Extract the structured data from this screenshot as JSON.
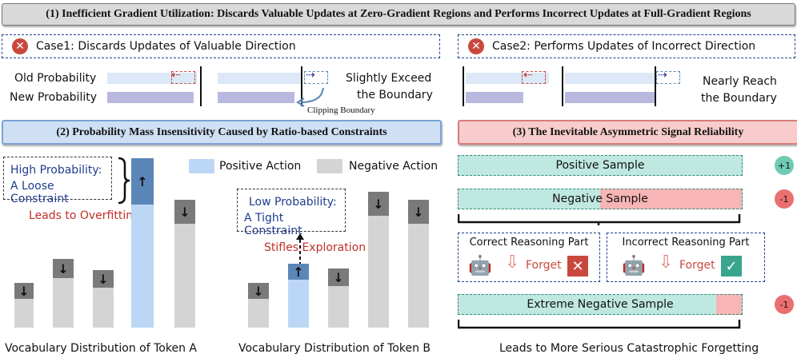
{
  "banner": "(1)  Inefficient Gradient Utilization: Discards Valuable Updates at Zero-Gradient Regions and Performs Incorrect Updates at Full-Gradient Regions",
  "case1": {
    "icon": "x-circle-icon",
    "label": "Case1: Discards Updates of Valuable Direction",
    "old_label": "Old Probability",
    "new_label": "New Probability",
    "note_line1": "Slightly Exceed",
    "note_line2": "the Boundary",
    "clipping": "Clipping Boundary"
  },
  "case2": {
    "icon": "x-circle-icon",
    "label": "Case2: Performs Updates of Incorrect Direction",
    "note_line1": "Nearly Reach",
    "note_line2": "the Boundary"
  },
  "sec2": {
    "title": "(2)  Probability Mass Insensitivity Caused by Ratio-based Constraints",
    "legend_pos": "Positive Action",
    "legend_neg": "Negative Action",
    "high_line1": "High Probability:",
    "high_line2": "A Loose Constraint",
    "overfit": "Leads to Overfitting",
    "low_line1": "Low Probability:",
    "low_line2": "A Tight Constraint",
    "stifles": "Stifles  Exploration",
    "caption_a": "Vocabulary Distribution of Token A",
    "caption_b": "Vocabulary Distribution of Token B"
  },
  "sec3": {
    "title": "(3)  The Inevitable Asymmetric Signal Reliability",
    "positive": "Positive Sample",
    "positive_badge": "+1",
    "negative": "Negative Sample",
    "negative_badge": "-1",
    "correct_part": "Correct Reasoning Part",
    "incorrect_part": "Incorrect Reasoning Part",
    "forget": "Forget",
    "extreme": "Extreme Negative Sample",
    "extreme_badge": "-1",
    "caption": "Leads to More Serious Catastrophic Forgetting"
  },
  "colors": {
    "positive": "#bcd7f5",
    "negative": "#d4d4d4",
    "arrow_box_pos": "#5b86b8",
    "arrow_box_neg": "#7a7a7a",
    "teal": "#bfe8e0",
    "pink": "#f7b5b5",
    "red": "#c9483d",
    "green": "#3aa58e"
  }
}
